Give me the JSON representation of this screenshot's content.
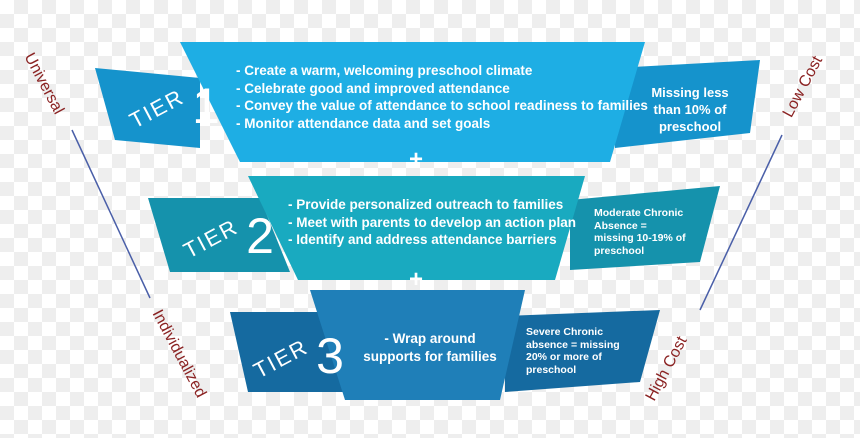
{
  "colors": {
    "tier1": "#1eaee4",
    "tier1_side": "#1593cc",
    "tier2": "#19aac0",
    "tier2_side": "#1592ac",
    "tier3": "#1f7fb8",
    "tier3_side": "#156aa0",
    "axis_text": "#8b2323",
    "axis_line": "#4a5fa8"
  },
  "tiers": [
    {
      "word": "TIER",
      "number": "1",
      "bullets": [
        "- Create a warm, welcoming preschool climate",
        "- Celebrate good and improved attendance",
        "- Convey the value of attendance to school readiness to families",
        "- Monitor attendance data and set goals"
      ],
      "side_lines": [
        "Missing less",
        "than 10% of",
        "preschool"
      ]
    },
    {
      "word": "TIER",
      "number": "2",
      "bullets": [
        "- Provide personalized outreach to families",
        "- Meet with parents to develop an action plan",
        "- Identify and address attendance barriers"
      ],
      "side_lines": [
        "Moderate Chronic",
        "Absence =",
        "missing 10-19% of",
        "preschool"
      ]
    },
    {
      "word": "TIER",
      "number": "3",
      "bullets": [
        "- Wrap around",
        "supports for families"
      ],
      "side_lines": [
        "Severe Chronic",
        "absence = missing",
        "20% or more of",
        "preschool"
      ]
    }
  ],
  "plus_sign": "+",
  "axis": {
    "left_top": "Universal",
    "left_bottom": "Individualized",
    "right_top": "Low Cost",
    "right_bottom": "High Cost"
  }
}
